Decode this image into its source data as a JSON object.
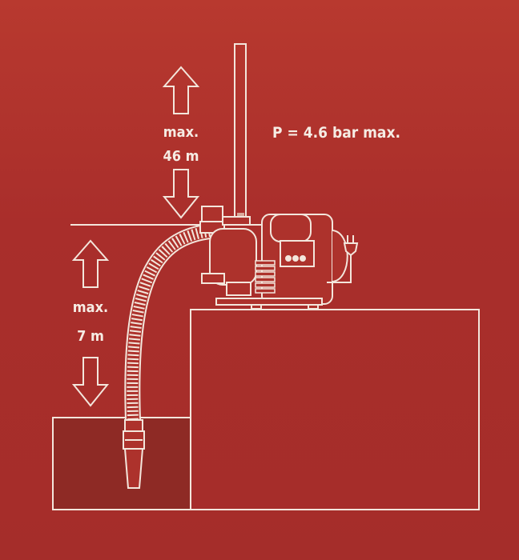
{
  "colors": {
    "background_top": "#b8392f",
    "background_bottom": "#a52d2a",
    "line": "#f3e6dc",
    "water": "#8e2a25"
  },
  "labels": {
    "pressure": "P = 4.6 bar max.",
    "delivery_max": "max.",
    "delivery_height": "46 m",
    "suction_max": "max.",
    "suction_depth": "7 m"
  },
  "icons": [
    "arrow-up-icon",
    "arrow-down-icon",
    "power-plug-icon"
  ]
}
